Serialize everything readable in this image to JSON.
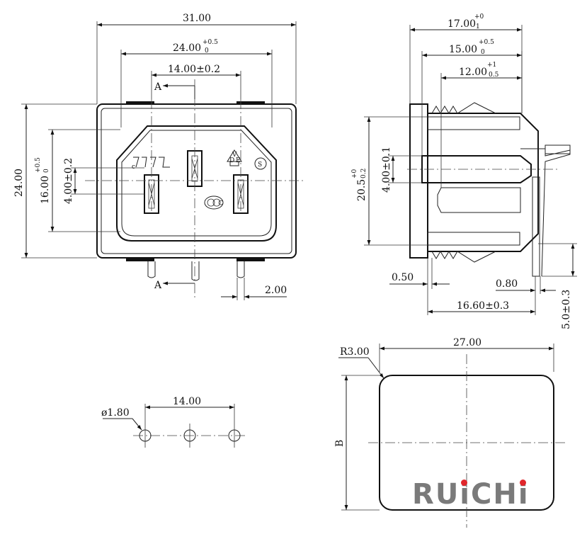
{
  "front_view": {
    "dim_overall_width": "31.00",
    "dim_inner_width": "24.00",
    "dim_inner_width_tol_upper": "+0.5",
    "dim_inner_width_tol_lower": "0",
    "dim_pin_pitch": "14.00±0.2",
    "dim_overall_height": "24.00",
    "dim_inner_height": "16.00",
    "dim_inner_height_tol_upper": "+0.5",
    "dim_inner_height_tol_lower": "0",
    "dim_pin_height": "4.00±0.2",
    "dim_pin_offset": "2.00",
    "section_label_top": "A",
    "section_label_bottom": "A"
  },
  "side_view": {
    "dim_depth_1": "17.00",
    "dim_depth_1_tol_upper": "+0",
    "dim_depth_1_tol_lower": "1",
    "dim_depth_2": "15.00",
    "dim_depth_2_tol_upper": "+0.5",
    "dim_depth_2_tol_lower": "0",
    "dim_depth_3": "12.00",
    "dim_depth_3_tol_upper": "+1",
    "dim_depth_3_tol_lower": "0.5",
    "dim_height": "20.5",
    "dim_height_tol_upper": "+0",
    "dim_height_tol_lower": "0.2",
    "dim_pin_height": "4.00±0.1",
    "dim_wall": "0.50",
    "dim_pin_thickness": "0.80",
    "dim_length": "16.60±0.3",
    "dim_pin_length": "5.0±0.3"
  },
  "pcb_layout": {
    "dim_hole_diameter": "ø1.80",
    "dim_pitch": "14.00"
  },
  "panel_cutout": {
    "dim_radius": "R3.00",
    "dim_width": "27.00",
    "dim_height": "B"
  },
  "logo": {
    "text_main": "RUiCHi",
    "brand_color": "#7a7a7a",
    "accent_color": "#e0262b"
  }
}
